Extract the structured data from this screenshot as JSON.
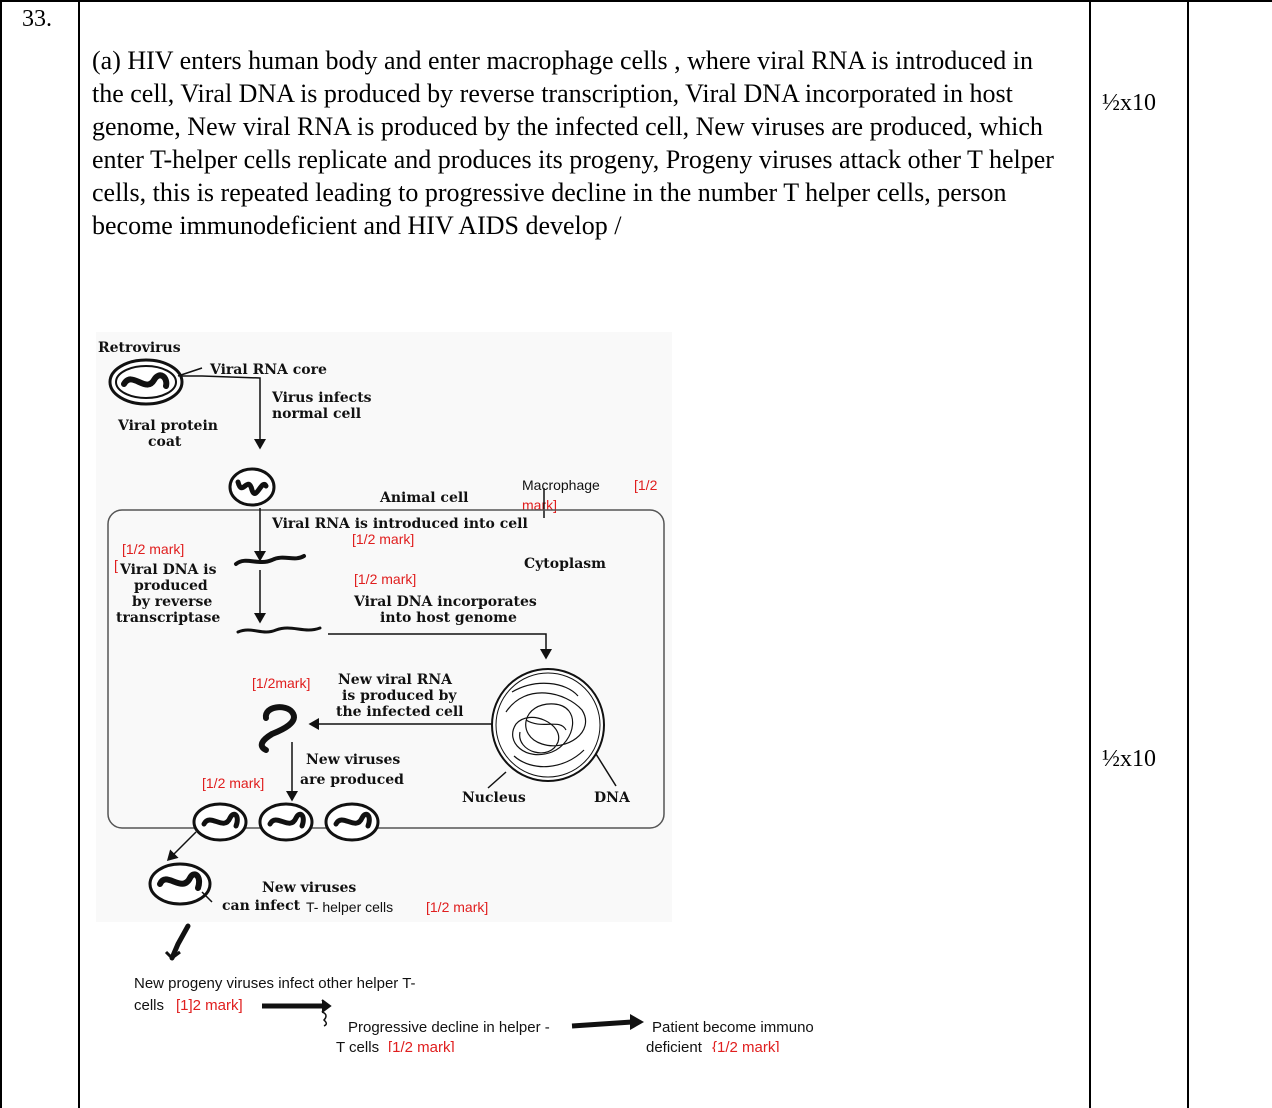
{
  "question_number": "33.",
  "answer_text": "(a) HIV enters human body and enter macrophage cells , where viral RNA is introduced in the cell, Viral DNA is produced by reverse transcription, Viral DNA incorporated in host genome, New viral RNA is produced by the infected cell, New viruses are produced, which enter T-helper cells replicate and produces its progeny, Progeny viruses attack other T helper cells,  this is repeated leading to progressive decline in the number T helper cells, person become immunodeficient and HIV AIDS develop /",
  "marks": [
    "½x10",
    "½x10"
  ],
  "figure": {
    "title": "Retrovirus",
    "viral_rna_core": "Viral RNA core",
    "virus_infects_1": "Virus infects",
    "virus_infects_2": "normal cell",
    "viral_protein_1": "Viral protein",
    "viral_protein_2": "coat",
    "animal_cell": "Animal cell",
    "macrophage": "Macrophage",
    "mark_macrophage_1": "[1/2",
    "mark_macrophage_2": "mark]",
    "viral_rna_introduced": "Viral RNA is introduced into cell",
    "mark_rna_introduced": "[1/2 mark]",
    "mark_dna_produced": "[1/2 mark]",
    "bracket_mark": "[",
    "viral_dna_1": "Viral DNA is",
    "viral_dna_2": "produced",
    "viral_dna_3": "by reverse",
    "viral_dna_4": "transcriptase",
    "cytoplasm": "Cytoplasm",
    "mark_incorporates": "[1/2 mark]",
    "incorporates_1": "Viral DNA incorporates",
    "incorporates_2": "into host genome",
    "mark_new_rna": "[1/2mark]",
    "new_rna_1": "New viral RNA",
    "new_rna_2": "is produced by",
    "new_rna_3": "the infected cell",
    "new_viruses_1": "New viruses",
    "new_viruses_2": "are produced",
    "mark_new_viruses": "[1/2 mark]",
    "nucleus": "Nucleus",
    "dna": "DNA",
    "can_infect_1": "New viruses",
    "can_infect_2": "can infect",
    "t_helper": "T- helper cells",
    "mark_t_helper": "[1/2 mark]",
    "progeny_1": "New progeny viruses infect other helper T-",
    "progeny_2": "cells",
    "mark_progeny": "[1]2 mark]",
    "decline_1": "Progressive decline in helper -",
    "decline_2": "T cells",
    "mark_decline": "[1/2 mark]",
    "patient_1": "Patient become immuno",
    "patient_2": "deficient",
    "mark_patient": "{1/2 mark]"
  }
}
